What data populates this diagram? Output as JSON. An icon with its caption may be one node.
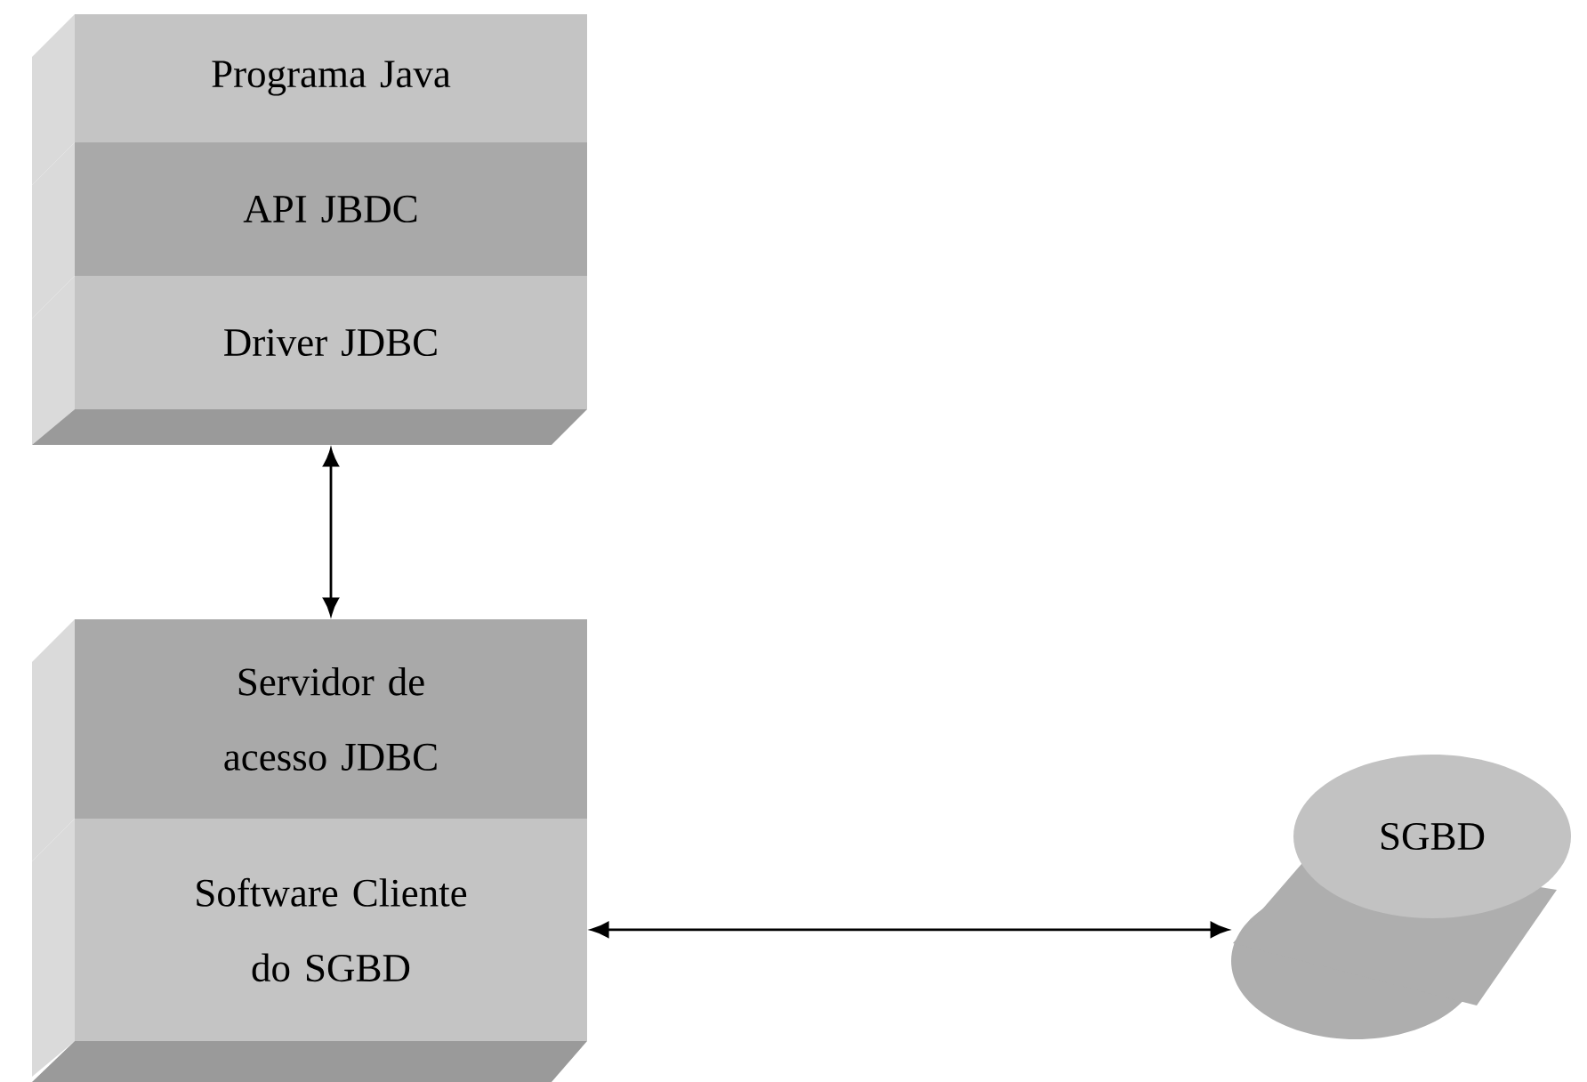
{
  "diagram": {
    "nodes": [
      {
        "text": [
          "Programa Java"
        ]
      },
      {
        "text": [
          "API JBDC"
        ]
      },
      {
        "text": [
          "Driver JDBC"
        ]
      },
      {
        "text": [
          "Servidor de acesso JDBC"
        ]
      },
      {
        "text": [
          "Software Cliente do SGBD"
        ]
      },
      {
        "text": [
          "SGBD"
        ]
      }
    ],
    "edges": [
      {
        "from": 2,
        "to": 3,
        "arrow": "both"
      },
      {
        "from": 4,
        "to": 5,
        "arrow": "both"
      }
    ]
  }
}
